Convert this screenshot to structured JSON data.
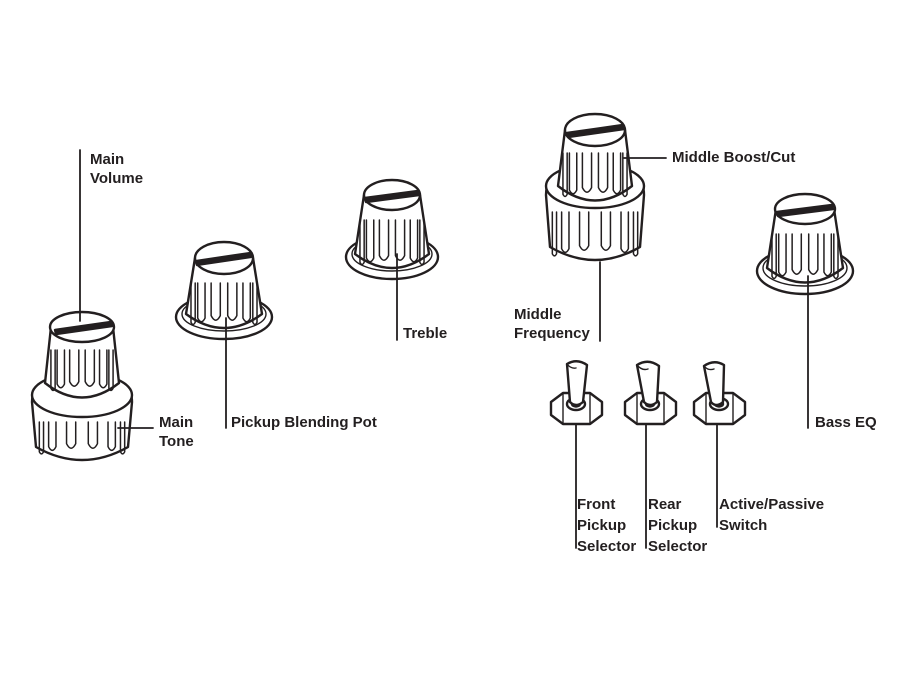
{
  "colors": {
    "ink": "#231f20",
    "knob_fill": "#ffffff",
    "paper": "#ffffff"
  },
  "labels": {
    "main_volume": [
      "Main",
      "Volume"
    ],
    "main_tone": [
      "Main",
      "Tone"
    ],
    "pickup_blending_pot": [
      "Pickup Blending Pot"
    ],
    "treble": [
      "Treble"
    ],
    "middle_frequency": [
      "Middle",
      "Frequency"
    ],
    "middle_boost_cut": [
      "Middle Boost/Cut"
    ],
    "bass_eq": [
      "Bass EQ"
    ],
    "front_pickup_selector": [
      "Front",
      "Pickup",
      "Selector"
    ],
    "rear_pickup_selector": [
      "Rear",
      "Pickup",
      "Selector"
    ],
    "active_passive_switch": [
      "Active/Passive",
      "Switch"
    ]
  },
  "components": {
    "knobs": [
      "main-volume-knob",
      "pickup-blending-knob",
      "treble-knob",
      "middle-boost-knob",
      "bass-eq-knob"
    ],
    "stacked_knob_bases": [
      "main-tone-ring",
      "middle-frequency-ring"
    ],
    "switches": [
      "front-pickup-toggle",
      "rear-pickup-toggle",
      "active-passive-toggle"
    ]
  }
}
